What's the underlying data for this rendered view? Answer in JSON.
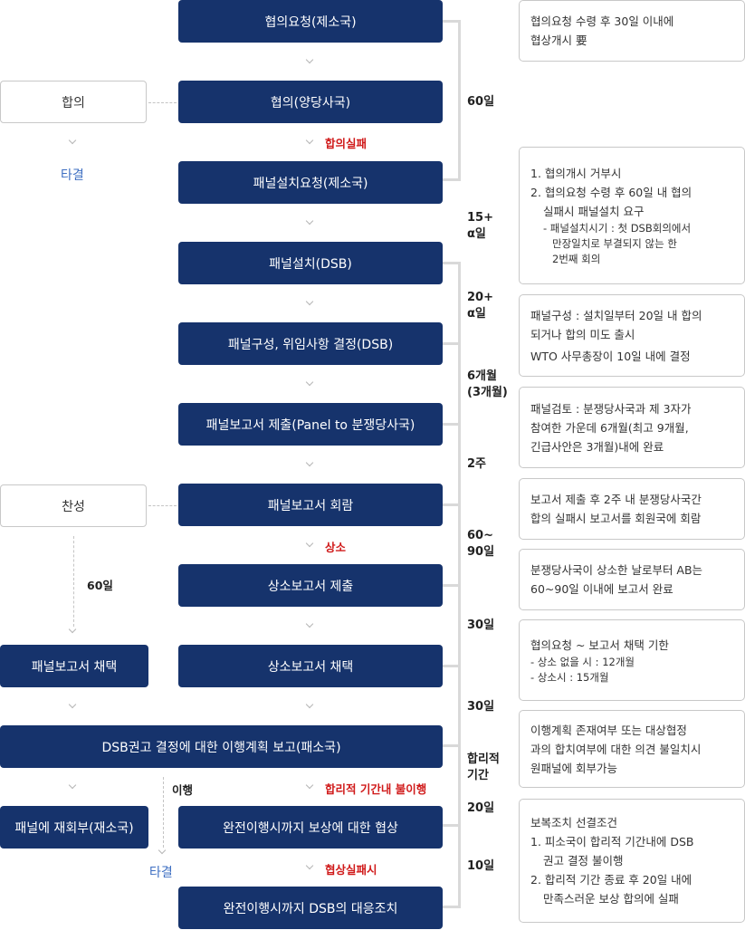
{
  "main_steps": [
    "협의요청(제소국)",
    "협의(양당사국)",
    "패널설치요청(제소국)",
    "패널설치(DSB)",
    "패널구성, 위임사항 결정(DSB)",
    "패널보고서 제출(Panel to 분쟁당사국)",
    "패널보고서 회람",
    "상소보고서 제출",
    "상소보고서 채택",
    "DSB권고 결정에 대한 이행계획 보고(패소국)",
    "완전이행시까지 보상에 대한 협상",
    "완전이행시까지 DSB의 대응조치"
  ],
  "side_steps": {
    "agreement": "합의",
    "approval": "찬성",
    "panel_adopt": "패널보고서 채택",
    "remand": "패널에 재회부(재소국)"
  },
  "outcomes": {
    "settled_1": "타결",
    "settled_2": "타결"
  },
  "branch_labels": {
    "consult_fail": "합의실패",
    "appeal": "상소",
    "non_compliance": "합리적 기간내 불이행",
    "negotiation_fail": "협상실패시",
    "sixty_days": "60일",
    "implement": "이행"
  },
  "durations": {
    "d1": "60일",
    "d2": [
      "15+",
      "α일"
    ],
    "d3": [
      "20+",
      "α일"
    ],
    "d4": [
      "6개월",
      "(3개월)"
    ],
    "d5": "2주",
    "d6": [
      "60~",
      "90일"
    ],
    "d7": "30일",
    "d8": "30일",
    "d9": [
      "합리적",
      "기간"
    ],
    "d10": "20일",
    "d11": "10일"
  },
  "notes": {
    "n1": [
      "협의요청 수령 후 30일 이내에",
      "협상개시 要"
    ],
    "n2": {
      "items": [
        "1. 협의개시 거부시",
        "2. 협의요청 수령 후 60일 내 협의",
        "실패시 패널설치 요구"
      ],
      "sub": [
        "- 패널설치시기 : 첫 DSB회의에서",
        "만장일치로 부결되지 않는 한",
        "2번째 회의"
      ]
    },
    "n3": [
      "패널구성 : 설치일부터 20일 내 합의",
      "되거나 합의 미도 출시",
      "WTO 사무총장이 10일 내에 결정"
    ],
    "n4": [
      "패널검토 : 분쟁당사국과 제 3자가",
      "참여한 가운데 6개월(최고 9개월,",
      "긴급사안은 3개월)내에 완료"
    ],
    "n5": [
      "보고서 제출 후 2주 내 분쟁당사국간",
      "합의 실패시 보고서를 회원국에 회람"
    ],
    "n6": [
      "분쟁당사국이 상소한 날로부터 AB는",
      "60~90일 이내에 보고서 완료"
    ],
    "n7": {
      "title": "협의요청 ~ 보고서 채택 기한",
      "sub": [
        "- 상소 없을 시 : 12개월",
        "- 상소시 : 15개월"
      ]
    },
    "n8": [
      "이행계획 존재여부 또는 대상협정",
      "과의 합치여부에 대한 의견 불일치시",
      "원패널에 회부가능"
    ],
    "n9": {
      "title": "보복조치 선결조건",
      "items": [
        "1. 피소국이 합리적 기간내에 DSB",
        "권고 결정 불이행",
        "2. 합리적 기간 종료 후 20일 내에",
        "만족스러운 보상 합의에 실패"
      ]
    }
  }
}
